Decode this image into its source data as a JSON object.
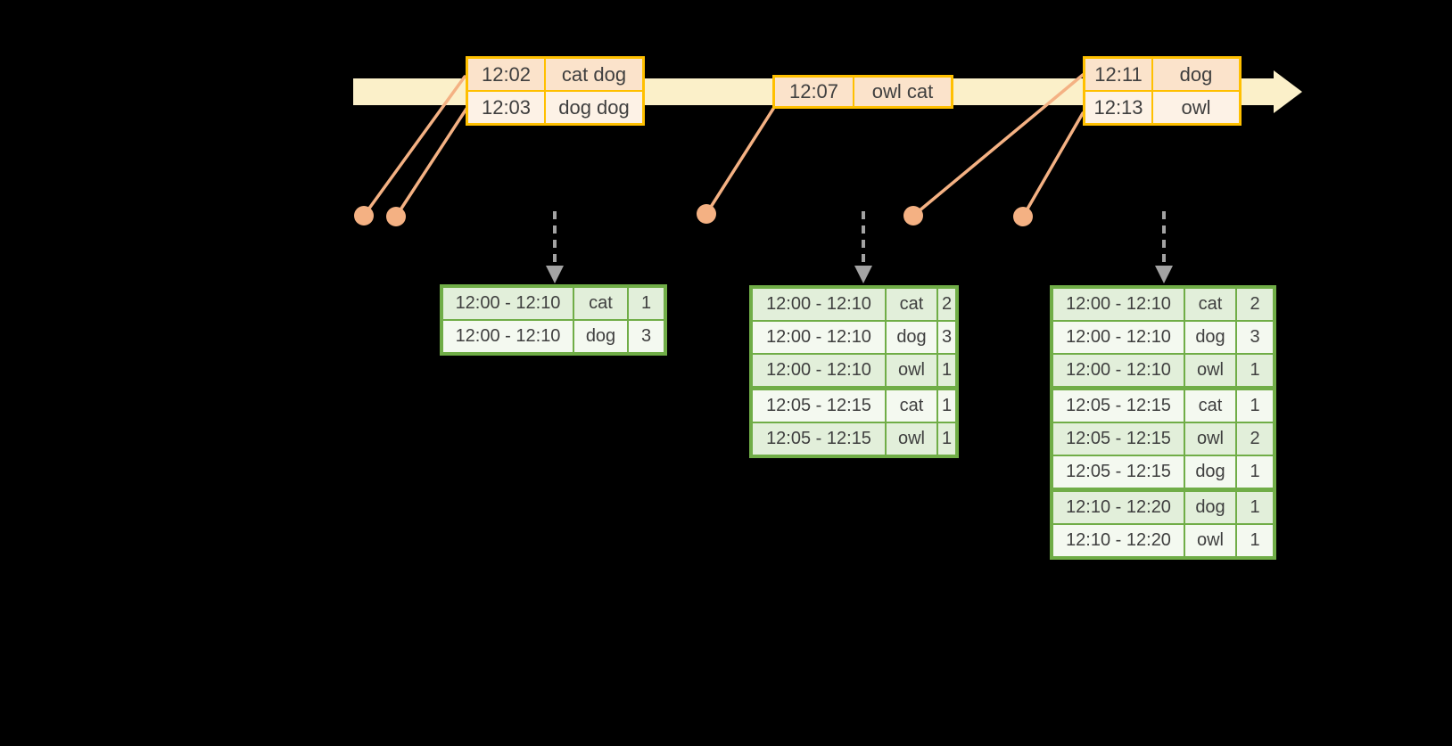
{
  "colors": {
    "background": "#000000",
    "timeline_fill": "#fbf0c9",
    "event_border": "#ffc000",
    "event_row_dark": "#fbe3cb",
    "event_row_light": "#fdf2e6",
    "result_border": "#70ad47",
    "result_row_dark": "#e2efda",
    "result_row_light": "#f4f9f0",
    "connector_orange": "#f4b183",
    "trigger_gray": "#a3a3a3",
    "text": "#3f3f3f"
  },
  "event_tables": [
    {
      "name": "events-batch-1",
      "rows": [
        {
          "time": "12:02",
          "words": "cat dog"
        },
        {
          "time": "12:03",
          "words": "dog dog"
        }
      ]
    },
    {
      "name": "events-batch-2",
      "rows": [
        {
          "time": "12:07",
          "words": "owl cat"
        }
      ]
    },
    {
      "name": "events-batch-3",
      "rows": [
        {
          "time": "12:11",
          "words": "dog"
        },
        {
          "time": "12:13",
          "words": "owl"
        }
      ]
    }
  ],
  "result_tables": [
    {
      "name": "result-1",
      "group_starts": [],
      "rows": [
        {
          "window": "12:00 - 12:10",
          "word": "cat",
          "count": "1"
        },
        {
          "window": "12:00 - 12:10",
          "word": "dog",
          "count": "3"
        }
      ]
    },
    {
      "name": "result-2",
      "group_starts": [
        3
      ],
      "rows": [
        {
          "window": "12:00 - 12:10",
          "word": "cat",
          "count": "2"
        },
        {
          "window": "12:00 - 12:10",
          "word": "dog",
          "count": "3"
        },
        {
          "window": "12:00 - 12:10",
          "word": "owl",
          "count": "1"
        },
        {
          "window": "12:05 - 12:15",
          "word": "cat",
          "count": "1"
        },
        {
          "window": "12:05 - 12:15",
          "word": "owl",
          "count": "1"
        }
      ]
    },
    {
      "name": "result-3",
      "group_starts": [
        3,
        6
      ],
      "rows": [
        {
          "window": "12:00 - 12:10",
          "word": "cat",
          "count": "2"
        },
        {
          "window": "12:00 - 12:10",
          "word": "dog",
          "count": "3"
        },
        {
          "window": "12:00 - 12:10",
          "word": "owl",
          "count": "1"
        },
        {
          "window": "12:05 - 12:15",
          "word": "cat",
          "count": "1"
        },
        {
          "window": "12:05 - 12:15",
          "word": "owl",
          "count": "2"
        },
        {
          "window": "12:05 - 12:15",
          "word": "dog",
          "count": "1"
        },
        {
          "window": "12:10 - 12:20",
          "word": "dog",
          "count": "1"
        },
        {
          "window": "12:10 - 12:20",
          "word": "owl",
          "count": "1"
        }
      ]
    }
  ]
}
